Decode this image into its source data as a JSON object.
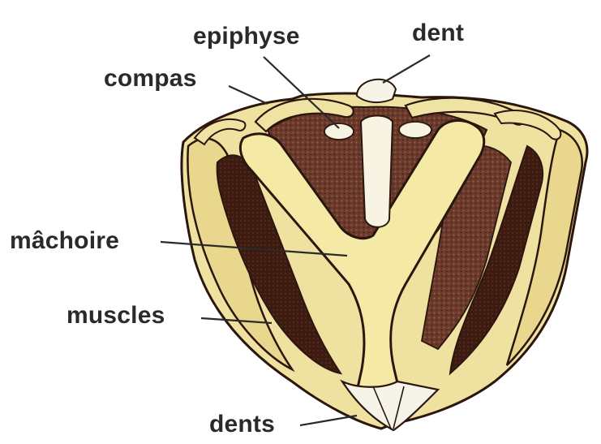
{
  "labels": {
    "epiphyse": "epiphyse",
    "dent": "dent",
    "compas": "compas",
    "machoire": "mâchoire",
    "muscles": "muscles",
    "dents": "dents"
  },
  "colors": {
    "bone": "#f3e7a2",
    "bone_shade": "#e2cf78",
    "muscle": "#4a2418",
    "muscle_mid": "#6b3a2a",
    "outline": "#2b160e",
    "tooth": "#f4f2ea",
    "leader": "#2a2a2a"
  }
}
